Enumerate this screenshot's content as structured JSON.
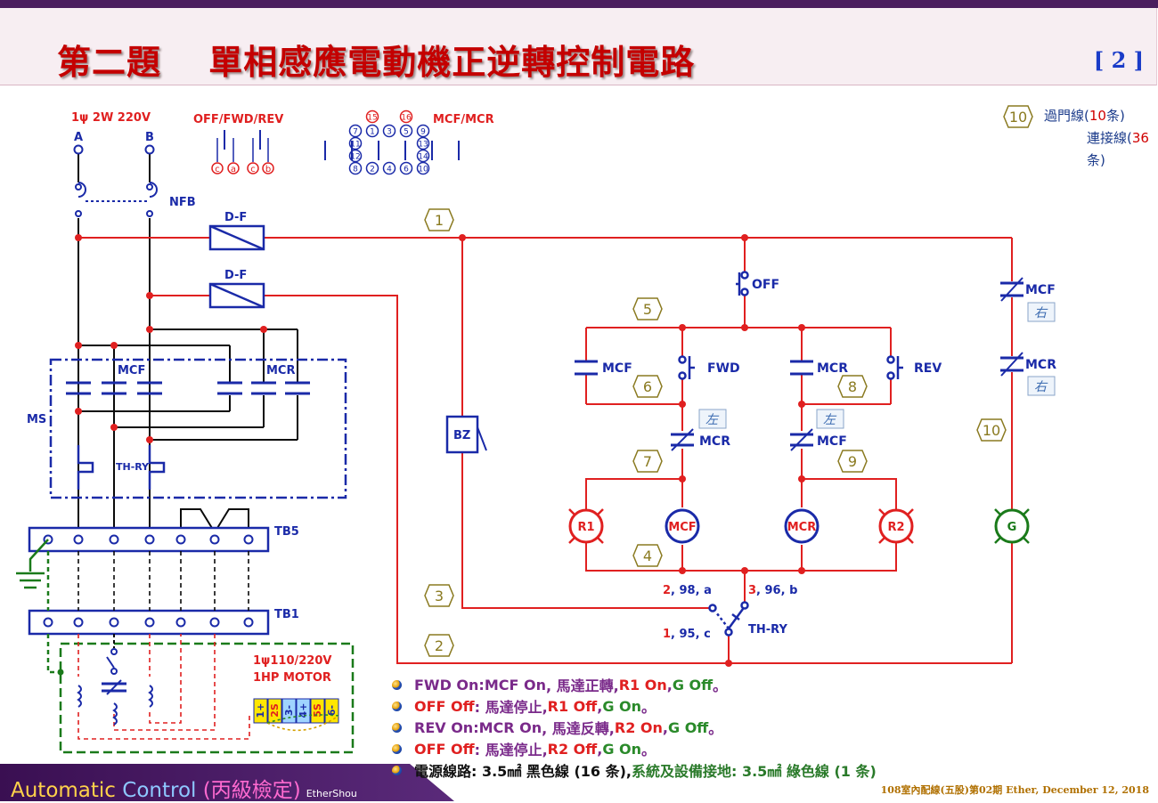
{
  "header": {
    "title": "第二題　 單相感應電動機正逆轉控制電路",
    "page": "[ 2 ]"
  },
  "legend": {
    "wire_count_badge": "10",
    "door_wire_prefix": "過門線(",
    "door_wire_count": "10",
    "door_wire_suffix": "条)",
    "conn_wire_prefix": "連接線(",
    "conn_wire_count": "36",
    "conn_wire_suffix": "条)"
  },
  "power": {
    "supply_label": "1ψ 2W 220V",
    "phase_a": "A",
    "phase_b": "B",
    "breaker": "NFB"
  },
  "pinouts": {
    "pushbutton_title": "OFF/FWD/REV",
    "pushbutton_terminals": [
      "c",
      "a",
      "c",
      "b"
    ],
    "relay_title": "MCF/MCR",
    "relay_top_pins": [
      "15",
      "16"
    ],
    "relay_row1": [
      "7",
      "1",
      "3",
      "5",
      "9"
    ],
    "relay_mid_left": [
      "11",
      "12"
    ],
    "relay_mid_right": [
      "13",
      "14"
    ],
    "relay_row3": [
      "8",
      "2",
      "4",
      "6",
      "10"
    ]
  },
  "power_circuit": {
    "fuse1": "D-F",
    "fuse2": "D-F",
    "ms_label": "MS",
    "mcf_label": "MCF",
    "mcr_label": "MCR",
    "thermal_label": "TH-RY",
    "tb5": "TB5",
    "tb1": "TB1",
    "motor_line1": "1ψ110/220V",
    "motor_line2": "1HP MOTOR",
    "motor_terminals": [
      "1+",
      "2S",
      "3-",
      "4+",
      "5S",
      "6-"
    ]
  },
  "control_circuit": {
    "wire_numbers": [
      "1",
      "2",
      "3",
      "4",
      "5",
      "6",
      "7",
      "8",
      "9",
      "10"
    ],
    "off_button": "OFF",
    "fwd_button": "FWD",
    "rev_button": "REV",
    "mcf_hold": "MCF",
    "mcr_hold": "MCR",
    "mcr_interlock": "MCR",
    "mcf_interlock": "MCF",
    "left_tag": "左",
    "right_tag": "右",
    "buzzer": "BZ",
    "lamps": [
      "R1",
      "MCF",
      "MCR",
      "R2",
      "G"
    ],
    "g_mcf": "MCF",
    "g_mcr": "MCR",
    "thry": "TH-RY",
    "thry_c1": "2, 98, a",
    "thry_c2": "3, 96, b",
    "thry_c3": "1, 95, c"
  },
  "notes": [
    {
      "parts": [
        {
          "t": "FWD On",
          "c": "#7a2a8a"
        },
        {
          "t": " : ",
          "c": "#7a2a8a"
        },
        {
          "t": "MCF On",
          "c": "#7a2a8a"
        },
        {
          "t": ", 馬達正轉, ",
          "c": "#7a2a8a"
        },
        {
          "t": "R1 On",
          "c": "#e02020"
        },
        {
          "t": ", ",
          "c": "#7a2a8a"
        },
        {
          "t": "G Off",
          "c": "#2a8a2a"
        },
        {
          "t": "。",
          "c": "#7a2a8a"
        }
      ]
    },
    {
      "parts": [
        {
          "t": "OFF Off",
          "c": "#e02020"
        },
        {
          "t": " : 馬達停止, ",
          "c": "#7a2a8a"
        },
        {
          "t": "R1 Off",
          "c": "#e02020"
        },
        {
          "t": ", ",
          "c": "#7a2a8a"
        },
        {
          "t": "G On",
          "c": "#2a8a2a"
        },
        {
          "t": "。",
          "c": "#7a2a8a"
        }
      ]
    },
    {
      "parts": [
        {
          "t": "REV On",
          "c": "#7a2a8a"
        },
        {
          "t": "  : ",
          "c": "#7a2a8a"
        },
        {
          "t": "MCR On",
          "c": "#7a2a8a"
        },
        {
          "t": ", 馬達反轉, ",
          "c": "#7a2a8a"
        },
        {
          "t": "R2 On",
          "c": "#e02020"
        },
        {
          "t": ", ",
          "c": "#7a2a8a"
        },
        {
          "t": "G Off",
          "c": "#2a8a2a"
        },
        {
          "t": "。",
          "c": "#7a2a8a"
        }
      ]
    },
    {
      "parts": [
        {
          "t": "OFF Off",
          "c": "#e02020"
        },
        {
          "t": " : 馬達停止, ",
          "c": "#7a2a8a"
        },
        {
          "t": "R2 Off",
          "c": "#e02020"
        },
        {
          "t": ", ",
          "c": "#7a2a8a"
        },
        {
          "t": "G On",
          "c": "#2a8a2a"
        },
        {
          "t": "。",
          "c": "#7a2a8a"
        }
      ]
    },
    {
      "parts": [
        {
          "t": "電源線路: 3.5㎟ 黑色線 (16 条), ",
          "c": "#111111"
        },
        {
          "t": "系統及設備接地: 3.5㎟ 綠色線 (1 条)",
          "c": "#2a7a2a"
        }
      ]
    }
  ],
  "footer": {
    "brand_auto": "Automatic",
    "brand_control": " Control ",
    "brand_level": "(丙級檢定)",
    "author": "EtherShou",
    "credit": "108室內配線(五股)第02期 Ether, December 12, 2018"
  },
  "colors": {
    "control_wire": "#e02020",
    "power_wire": "#0a0a0a",
    "component_blue": "#1a2aa8",
    "badge_olive": "#8a7a20",
    "title_red": "#c40000",
    "ground_green": "#1a7a1a"
  }
}
